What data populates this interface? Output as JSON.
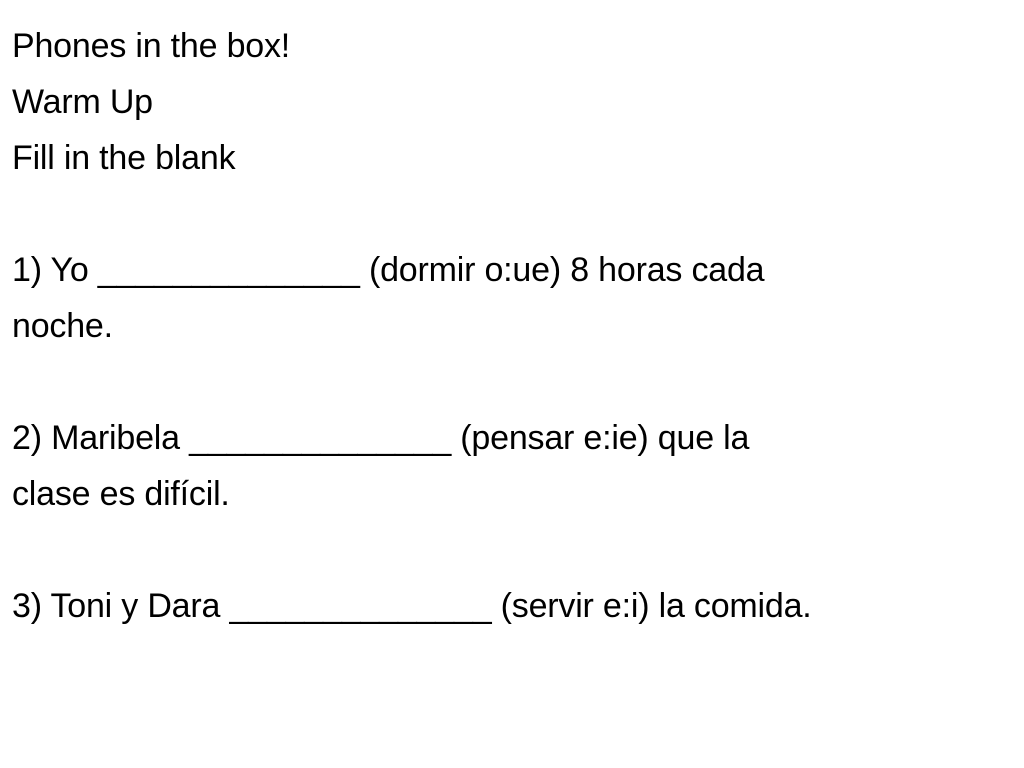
{
  "header": {
    "line1": "Phones in the box!",
    "line2": "Warm Up",
    "line3": "Fill in the blank"
  },
  "questions": [
    {
      "line1": "1) Yo ______________ (dormir o:ue) 8 horas cada",
      "line2": "noche."
    },
    {
      "line1": "2) Maribela ______________ (pensar e:ie) que la",
      "line2": "clase es difícil."
    },
    {
      "line1": "3) Toni y Dara ______________ (servir e:i) la comida."
    }
  ]
}
